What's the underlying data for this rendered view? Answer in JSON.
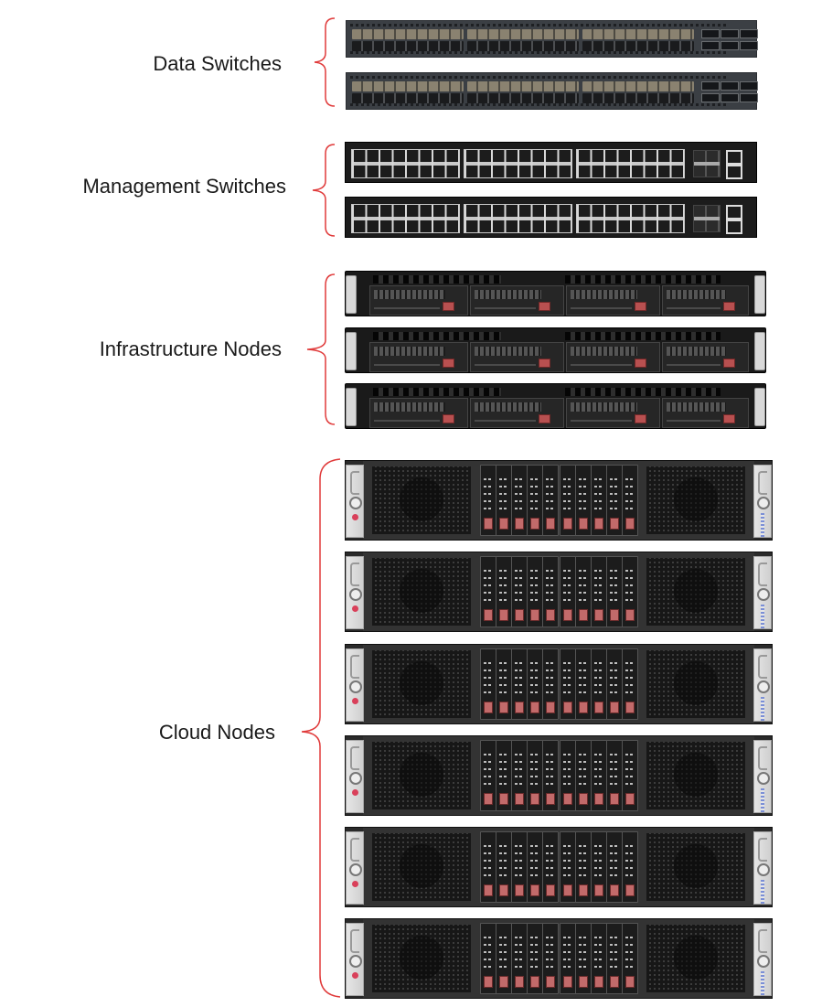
{
  "title": "Cluster Rack Layout",
  "accent_color": "#e03a3a",
  "groups": [
    {
      "id": "data-switches",
      "label": "Data Switches",
      "device_type": "data-switch",
      "count": 2
    },
    {
      "id": "management-switches",
      "label": "Management Switches",
      "device_type": "management-switch",
      "count": 2
    },
    {
      "id": "infrastructure-nodes",
      "label": "Infrastructure Nodes",
      "device_type": "infrastructure-node",
      "count": 3
    },
    {
      "id": "cloud-nodes",
      "label": "Cloud Nodes",
      "device_type": "cloud-node",
      "count": 6
    }
  ],
  "device_details": {
    "data-switch": {
      "sfp_ports": 48,
      "qsfp_ports": 6
    },
    "management-switch": {
      "rj45_ports": 48,
      "sfp_ports": 4,
      "uplink_ports": 2
    },
    "infrastructure-node": {
      "drive_bays": 4
    },
    "cloud-node": {
      "drive_sleds": 10,
      "fans": 2
    }
  }
}
